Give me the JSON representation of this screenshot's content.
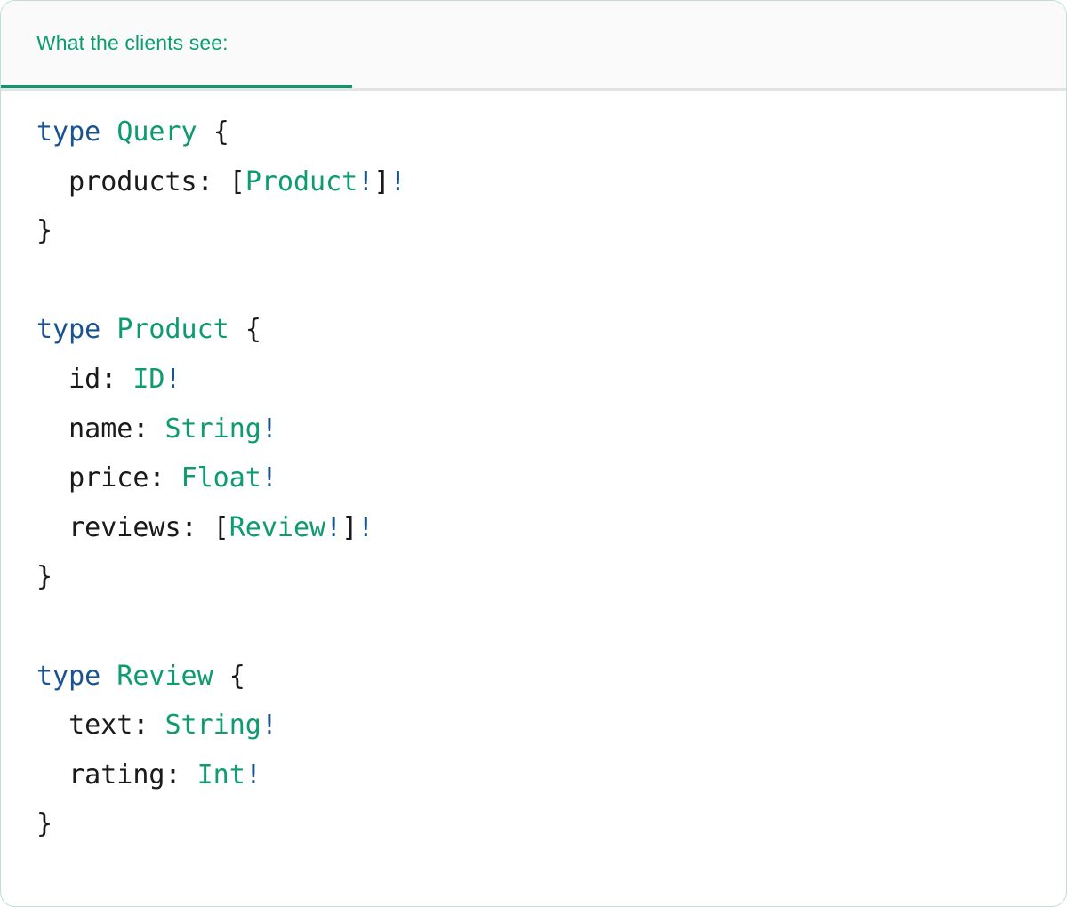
{
  "panel": {
    "border_color": "#bfe0d0",
    "background": "#ffffff"
  },
  "tabbar": {
    "background": "#fafafa",
    "divider_color": "#e4e4e4",
    "active_tab": {
      "label": "What the clients see:",
      "accent_color": "#10966c",
      "text_color": "#0e9b70"
    }
  },
  "code": {
    "language": "graphql",
    "theme": {
      "keyword": "#1a5490",
      "type_name": "#0e9b70",
      "field_name": "#1a1a1a",
      "punctuation": "#1a1a1a",
      "non_null": "#1a5490",
      "background": "#ffffff"
    },
    "lines": [
      {
        "indent": 0,
        "tokens": [
          {
            "t": "type",
            "c": "kw"
          },
          {
            "t": " ",
            "c": "punc"
          },
          {
            "t": "Query",
            "c": "type"
          },
          {
            "t": " ",
            "c": "punc"
          },
          {
            "t": "{",
            "c": "punc"
          }
        ]
      },
      {
        "indent": 1,
        "tokens": [
          {
            "t": "products",
            "c": "field"
          },
          {
            "t": ": ",
            "c": "punc"
          },
          {
            "t": "[",
            "c": "punc"
          },
          {
            "t": "Product",
            "c": "type"
          },
          {
            "t": "!",
            "c": "bang"
          },
          {
            "t": "]",
            "c": "punc"
          },
          {
            "t": "!",
            "c": "bang"
          }
        ]
      },
      {
        "indent": 0,
        "tokens": [
          {
            "t": "}",
            "c": "punc"
          }
        ]
      },
      {
        "indent": 0,
        "tokens": []
      },
      {
        "indent": 0,
        "tokens": [
          {
            "t": "type",
            "c": "kw"
          },
          {
            "t": " ",
            "c": "punc"
          },
          {
            "t": "Product",
            "c": "type"
          },
          {
            "t": " ",
            "c": "punc"
          },
          {
            "t": "{",
            "c": "punc"
          }
        ]
      },
      {
        "indent": 1,
        "tokens": [
          {
            "t": "id",
            "c": "field"
          },
          {
            "t": ": ",
            "c": "punc"
          },
          {
            "t": "ID",
            "c": "type"
          },
          {
            "t": "!",
            "c": "bang"
          }
        ]
      },
      {
        "indent": 1,
        "tokens": [
          {
            "t": "name",
            "c": "field"
          },
          {
            "t": ": ",
            "c": "punc"
          },
          {
            "t": "String",
            "c": "type"
          },
          {
            "t": "!",
            "c": "bang"
          }
        ]
      },
      {
        "indent": 1,
        "tokens": [
          {
            "t": "price",
            "c": "field"
          },
          {
            "t": ": ",
            "c": "punc"
          },
          {
            "t": "Float",
            "c": "type"
          },
          {
            "t": "!",
            "c": "bang"
          }
        ]
      },
      {
        "indent": 1,
        "tokens": [
          {
            "t": "reviews",
            "c": "field"
          },
          {
            "t": ": ",
            "c": "punc"
          },
          {
            "t": "[",
            "c": "punc"
          },
          {
            "t": "Review",
            "c": "type"
          },
          {
            "t": "!",
            "c": "bang"
          },
          {
            "t": "]",
            "c": "punc"
          },
          {
            "t": "!",
            "c": "bang"
          }
        ]
      },
      {
        "indent": 0,
        "tokens": [
          {
            "t": "}",
            "c": "punc"
          }
        ]
      },
      {
        "indent": 0,
        "tokens": []
      },
      {
        "indent": 0,
        "tokens": [
          {
            "t": "type",
            "c": "kw"
          },
          {
            "t": " ",
            "c": "punc"
          },
          {
            "t": "Review",
            "c": "type"
          },
          {
            "t": " ",
            "c": "punc"
          },
          {
            "t": "{",
            "c": "punc"
          }
        ]
      },
      {
        "indent": 1,
        "tokens": [
          {
            "t": "text",
            "c": "field"
          },
          {
            "t": ": ",
            "c": "punc"
          },
          {
            "t": "String",
            "c": "type"
          },
          {
            "t": "!",
            "c": "bang"
          }
        ]
      },
      {
        "indent": 1,
        "tokens": [
          {
            "t": "rating",
            "c": "field"
          },
          {
            "t": ": ",
            "c": "punc"
          },
          {
            "t": "Int",
            "c": "type"
          },
          {
            "t": "!",
            "c": "bang"
          }
        ]
      },
      {
        "indent": 0,
        "tokens": [
          {
            "t": "}",
            "c": "punc"
          }
        ]
      }
    ]
  }
}
